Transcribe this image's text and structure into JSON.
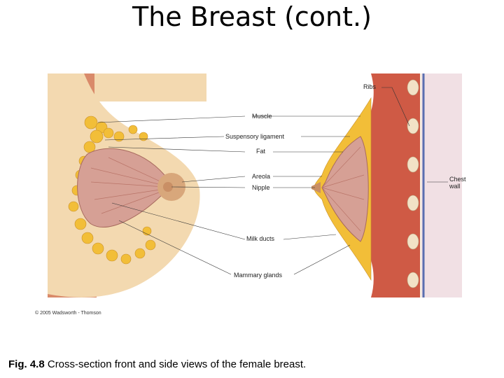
{
  "slide": {
    "title": "The Breast (cont.)"
  },
  "figure": {
    "labels": {
      "ribs": "Ribs",
      "muscle": "Muscle",
      "suspensory_ligament": "Suspensory ligament",
      "fat": "Fat",
      "areola": "Areola",
      "nipple": "Nipple",
      "chest_wall": "Chest wall",
      "milk_ducts": "Milk ducts",
      "mammary_glands": "Mammary glands"
    },
    "copyright": "© 2005 Wadsworth - Thomson",
    "colors": {
      "skin": "#f3d9b0",
      "muscle": "#d88a6c",
      "fat": "#f4c23a",
      "gland": "#d9a39a",
      "chest_wall": "#5a6fb0"
    }
  },
  "caption": {
    "prefix": "Fig. 4.8",
    "text": " Cross-section front and side views of the female breast."
  }
}
